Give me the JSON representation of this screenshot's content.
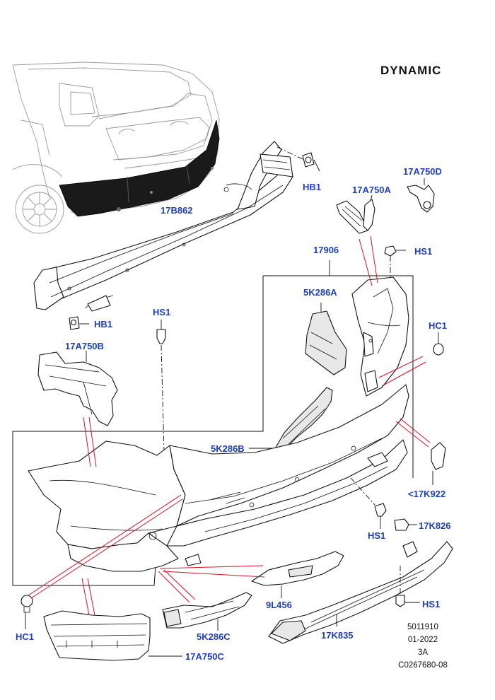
{
  "variant": "DYNAMIC",
  "callouts": {
    "hb1_top": "HB1",
    "a17a750d": "17A750D",
    "a17a750a": "17A750A",
    "b17b862": "17B862",
    "n17906": "17906",
    "hs1_top": "HS1",
    "k5k286a": "5K286A",
    "hs1_mid": "HS1",
    "hb1_low": "HB1",
    "hc1_right": "HC1",
    "a17a750b": "17A750B",
    "k5k286b": "5K286B",
    "k17k922": "<17K922",
    "k17k826": "17K826",
    "hs1_low": "HS1",
    "l9l456": "9L456",
    "hs1_bottom": "HS1",
    "hc1_left": "HC1",
    "k5k286c": "5K286C",
    "k17k835": "17K835",
    "a17a750c": "17A750C"
  },
  "footer": {
    "code": "5011910",
    "date": "01-2022",
    "sheet": "3A",
    "ref": "C0267680-08"
  }
}
